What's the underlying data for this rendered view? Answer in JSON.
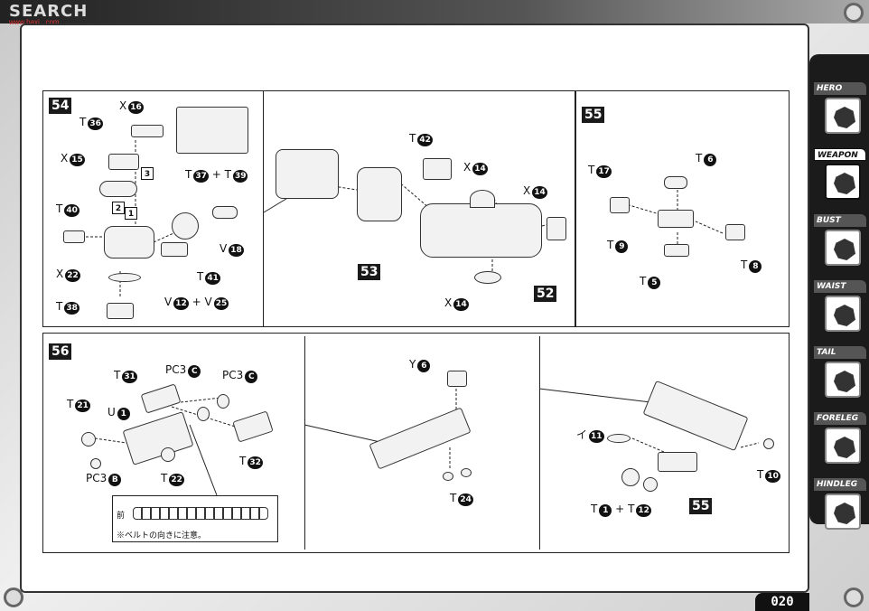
{
  "header": {
    "title": "SEARCH",
    "subtitle": "www.baxi...com"
  },
  "page_number": "020",
  "sidebar": [
    {
      "label": "HERO",
      "active": false
    },
    {
      "label": "WEAPON",
      "active": true
    },
    {
      "label": "BUST",
      "active": false
    },
    {
      "label": "WAIST",
      "active": false
    },
    {
      "label": "TAIL",
      "active": false
    },
    {
      "label": "FORELEG",
      "active": false
    },
    {
      "label": "HINDLEG",
      "active": false
    }
  ],
  "steps": {
    "s54": "54",
    "s55": "55",
    "s56": "56",
    "s53": "53",
    "s52": "52",
    "s55b": "55"
  },
  "step54": {
    "x16": "16",
    "t36": "36",
    "x15": "15",
    "t40": "40",
    "x22": "22",
    "t38": "38",
    "t37": "37",
    "t39": "39",
    "v18": "18",
    "t41": "41",
    "v12": "12",
    "v25": "25",
    "n3": "3",
    "n2": "2",
    "n1": "1"
  },
  "step53": {
    "t42": "42",
    "x14a": "14",
    "x14b": "14",
    "x14c": "14"
  },
  "step55": {
    "t17": "17",
    "t6": "6",
    "t9": "9",
    "t8": "8",
    "t5": "5"
  },
  "step56": {
    "t31": "31",
    "pc3c1": "C",
    "pc3c2": "C",
    "t21": "21",
    "u1": "1",
    "t32": "32",
    "pc3b": "B",
    "t22": "22",
    "y6": "6",
    "t24": "24",
    "i11": "11",
    "t10": "10",
    "t1": "1",
    "t12": "12"
  },
  "labels": {
    "T": "T",
    "X": "X",
    "V": "V",
    "U": "U",
    "Y": "Y",
    "PC3": "PC3",
    "I": "イ",
    "plus": "+"
  },
  "note": {
    "front": "前",
    "text": "※ベルトの向きに注意。"
  }
}
